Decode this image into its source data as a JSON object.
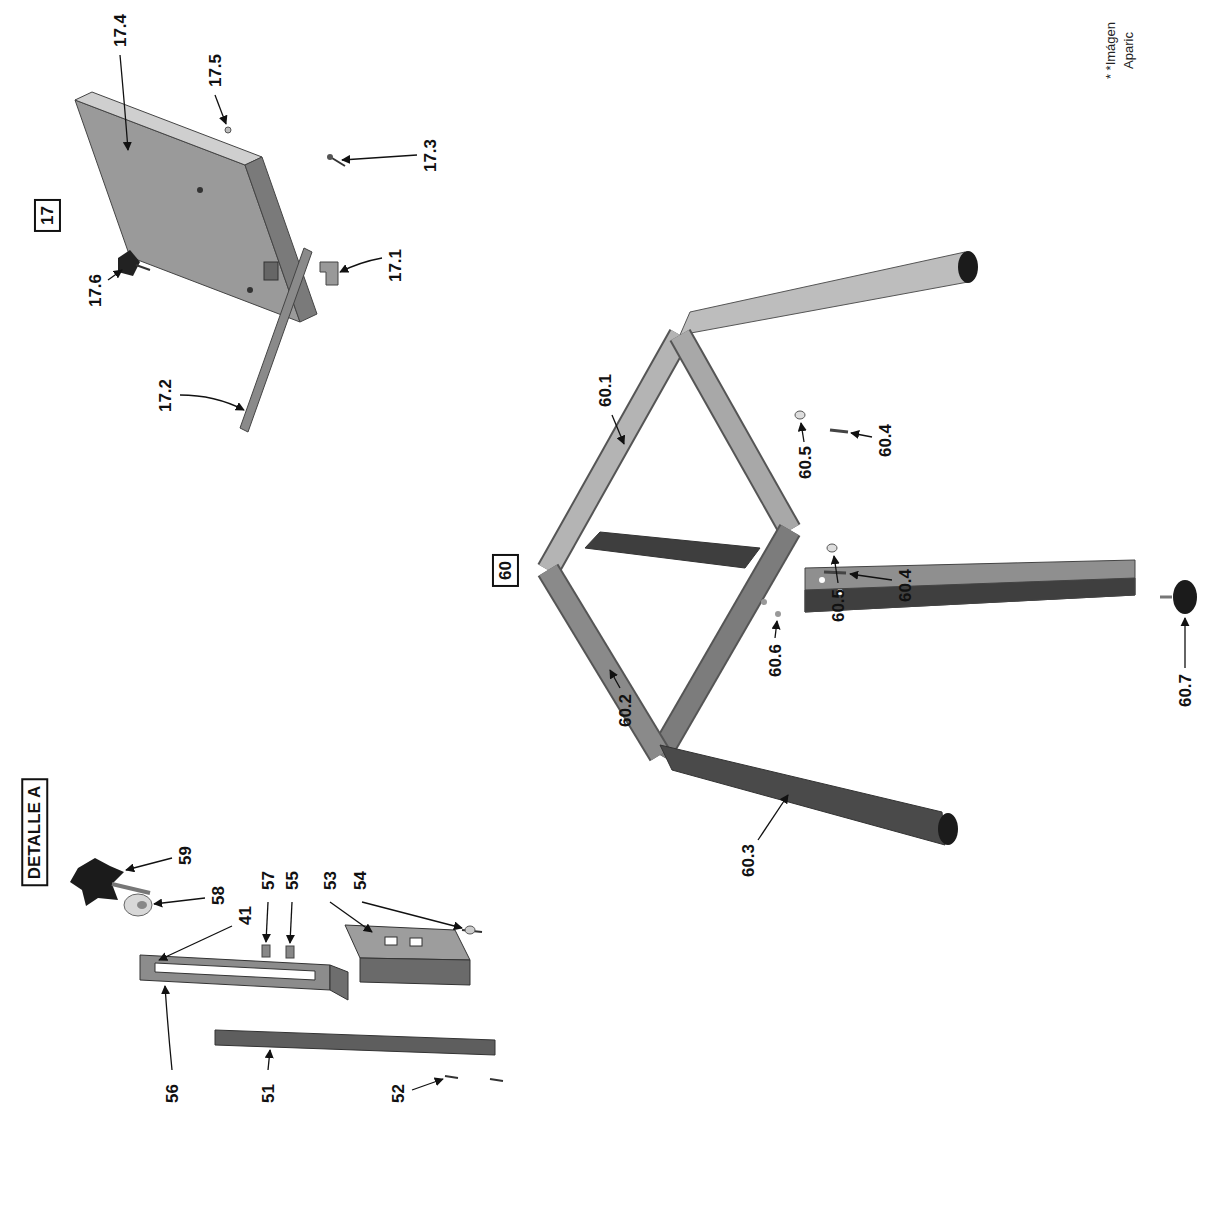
{
  "diagram": {
    "nodes": [
      {
        "text": [
          "DETALLE A"
        ]
      },
      {
        "text": [
          "17"
        ]
      },
      {
        "text": [
          "60"
        ]
      }
    ],
    "labels": [
      "17.4",
      "17.5",
      "17.6",
      "17.2",
      "17.1",
      "17.3",
      "59",
      "58",
      "41",
      "57",
      "55",
      "53",
      "54",
      "56",
      "51",
      "52",
      "60.1",
      "60.2",
      "60.3",
      "60.5",
      "60.4",
      "60.4",
      "60.5",
      "60.6",
      "60.7",
      "* *Imágen",
      "Aparic"
    ]
  }
}
